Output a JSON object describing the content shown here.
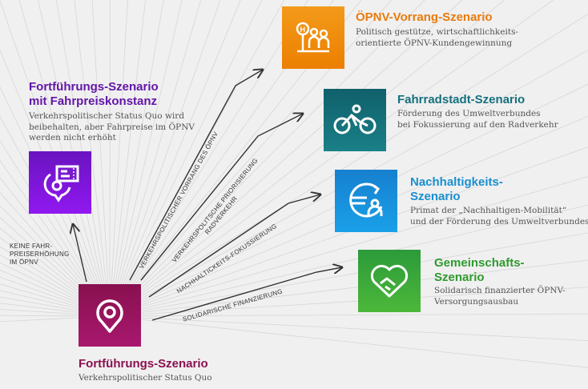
{
  "colors": {
    "orange": "#f08a00",
    "teal": "#156d78",
    "blue": "#1590dc",
    "green": "#3aa83c",
    "purple": "#7a1ad0",
    "magenta": "#961360"
  },
  "scenarios": {
    "opnv": {
      "title": "ÖPNV-Vorrang-Szenario",
      "desc1": "Politisch gestütze, wirtschaftlichkeits-",
      "desc2": "orientierte ÖPNV-Kundengewinnung",
      "icon": "bus-stop-people-icon"
    },
    "rad": {
      "title": "Fahrradstadt-Szenario",
      "desc1": "Förderung des Umweltverbundes",
      "desc2": "bei Fokussierung auf den Radverkehr",
      "icon": "bicycle-icon"
    },
    "nachhaltig": {
      "title1": "Nachhaltigkeits-",
      "title2": "Szenario",
      "desc1": "Primat der „Nachhaltigen-Mobilität“",
      "desc2": "und der Förderung des Umweltverbundes",
      "icon": "euro-cycle-person-icon"
    },
    "gemeinschaft": {
      "title1": "Gemeinschafts-",
      "title2": "Szenario",
      "desc1": "Solidarisch finanzierter ÖPNV-",
      "desc2": "Versorgungsausbau",
      "icon": "handshake-heart-icon"
    },
    "fahrpreis": {
      "title1": "Fortführungs-Szenario",
      "title2": "mit Fahrpreiskonstanz",
      "desc1": "Verkehrspolitischer Status Quo wird",
      "desc2": "beibehalten, aber Fahrpreise im ÖPNV",
      "desc3": "werden nicht erhöht",
      "icon": "ticket-pin-icon"
    },
    "fortfuehrung": {
      "title": "Fortführungs-Szenario",
      "desc": "Verkehrspolitischer Status Quo",
      "icon": "location-pin-icon"
    }
  },
  "arrows": {
    "keine1": "KEINE FAHR-",
    "keine2": "PREISERHÖHUNG",
    "keine3": "IM ÖPNV",
    "vorrang": "VERKEHRSPOLITISCHER VORRANG DES ÖPNV",
    "rad1": "VERKEHRSPOLITSCHE PRIORISIERUNG",
    "rad2": "RADVERKEHR",
    "nachhaltig": "NACHHALTICKEITS-FOKUSSIERUNG",
    "solidarisch": "SOLIDARISCHE FINANZIERUNG"
  }
}
